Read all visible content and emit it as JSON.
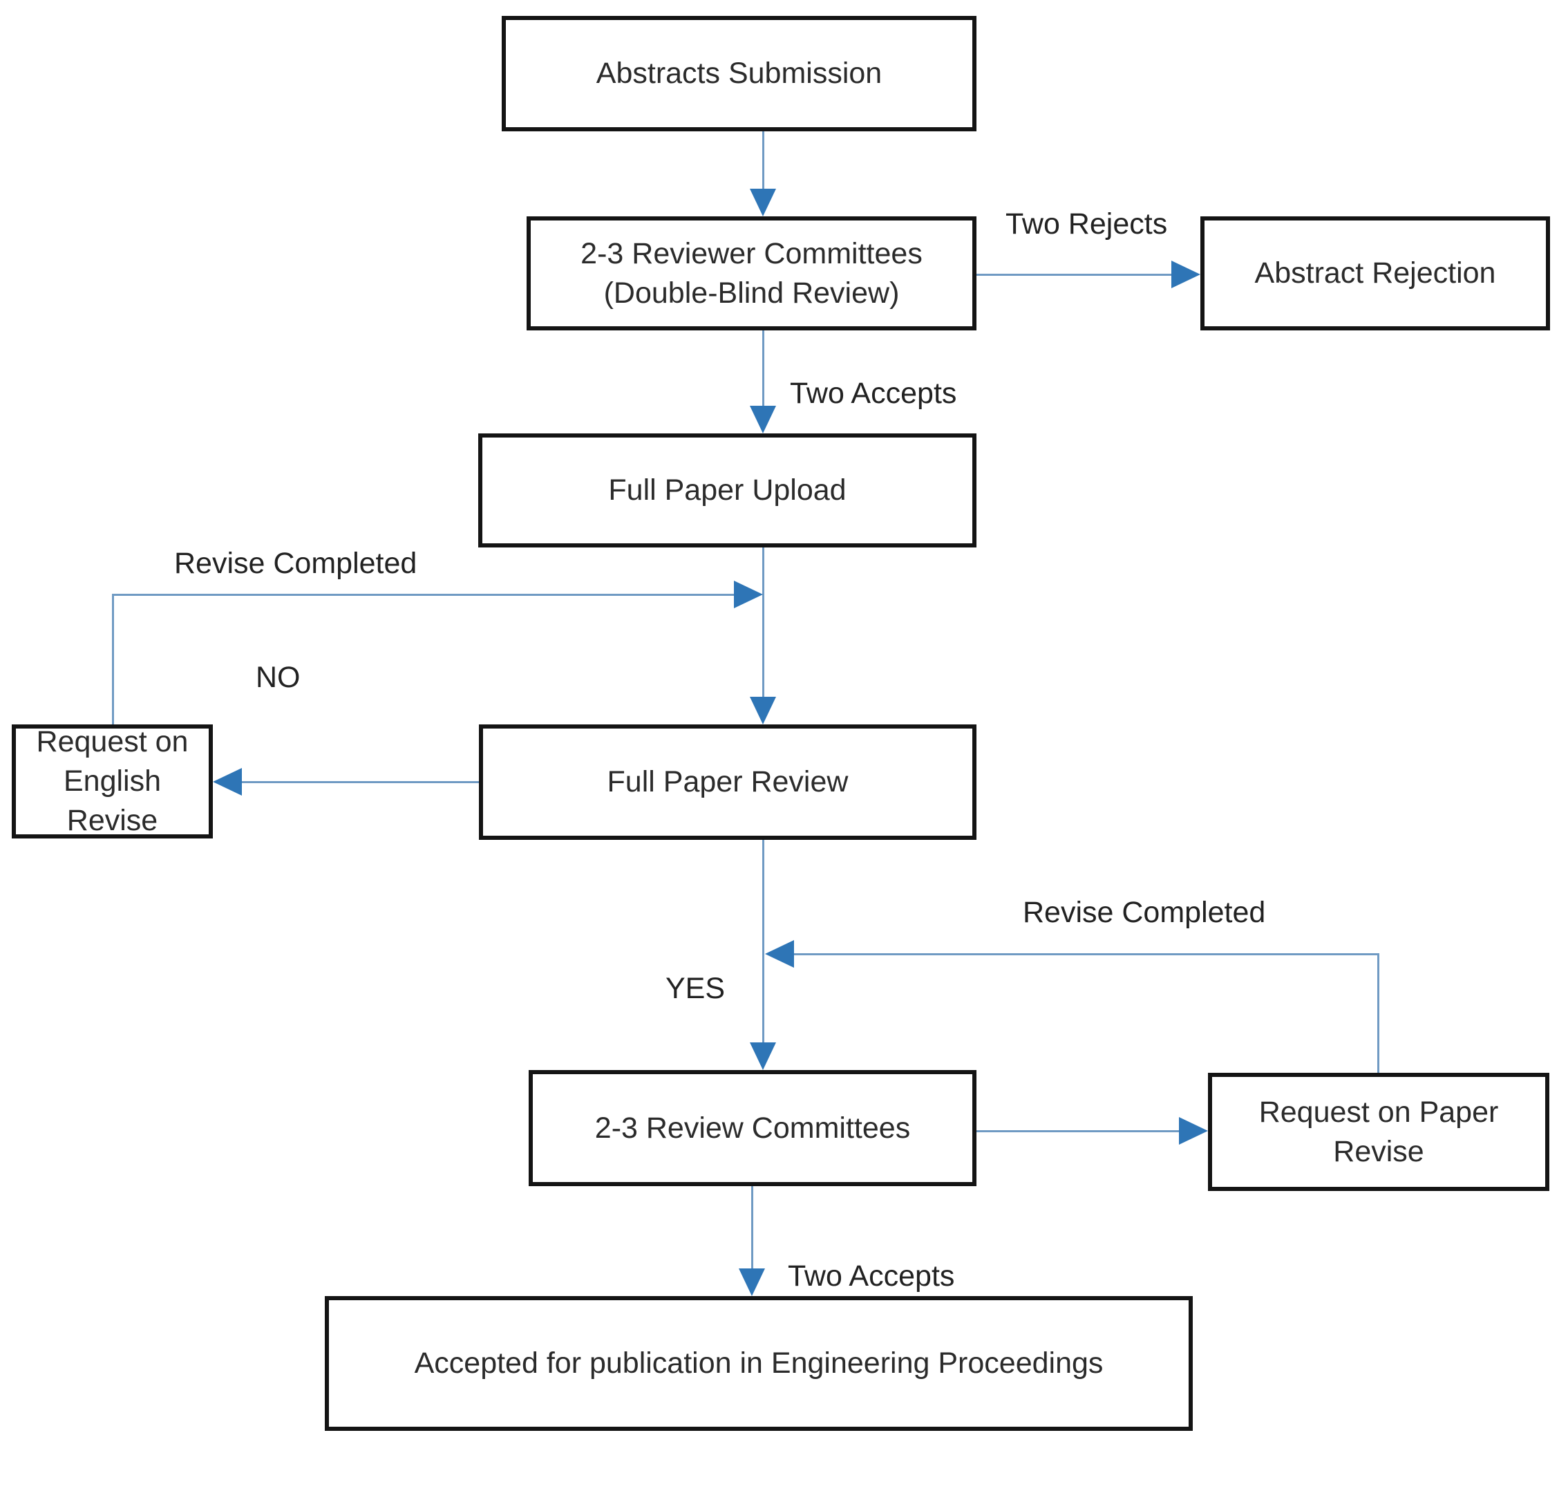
{
  "diagram": {
    "type": "flowchart",
    "nodes": {
      "abstracts_submission": {
        "label": "Abstracts Submission"
      },
      "reviewer_committees": {
        "line1": "2-3 Reviewer Committees",
        "line2": "(Double-Blind Review)"
      },
      "abstract_rejection": {
        "label": "Abstract Rejection"
      },
      "full_paper_upload": {
        "label": "Full Paper Upload"
      },
      "request_english_revise": {
        "line1": "Request on English",
        "line2": "Revise"
      },
      "full_paper_review": {
        "label": "Full Paper Review"
      },
      "review_committees": {
        "label": "2-3 Review Committees"
      },
      "request_paper_revise": {
        "line1": "Request on Paper",
        "line2": "Revise"
      },
      "accepted_publication": {
        "label": "Accepted for publication in Engineering Proceedings"
      }
    },
    "edge_labels": {
      "two_rejects": "Two Rejects",
      "two_accepts_top": "Two Accepts",
      "revise_completed_left": "Revise Completed",
      "no": "NO",
      "yes": "YES",
      "revise_completed_right": "Revise Completed",
      "two_accepts_bottom": "Two Accepts"
    },
    "edges": [
      {
        "from": "Abstracts Submission",
        "to": "2-3 Reviewer Committees (Double-Blind Review)",
        "label": ""
      },
      {
        "from": "2-3 Reviewer Committees (Double-Blind Review)",
        "to": "Abstract Rejection",
        "label": "Two Rejects"
      },
      {
        "from": "2-3 Reviewer Committees (Double-Blind Review)",
        "to": "Full Paper Upload",
        "label": "Two Accepts"
      },
      {
        "from": "Full Paper Upload",
        "to": "Full Paper Review",
        "label": ""
      },
      {
        "from": "Full Paper Review",
        "to": "Request on English Revise",
        "label": "NO"
      },
      {
        "from": "Request on English Revise",
        "to": "Full Paper Review",
        "label": "Revise Completed"
      },
      {
        "from": "Full Paper Review",
        "to": "2-3 Review Committees",
        "label": "YES"
      },
      {
        "from": "2-3 Review Committees",
        "to": "Request on Paper Revise",
        "label": ""
      },
      {
        "from": "Request on Paper Revise",
        "to": "2-3 Review Committees",
        "label": "Revise Completed"
      },
      {
        "from": "2-3 Review Committees",
        "to": "Accepted for publication in Engineering Proceedings",
        "label": "Two Accepts"
      }
    ],
    "colors": {
      "background": "#ffffff",
      "box_border": "#141414",
      "box_fill": "#ffffff",
      "text": "#262626",
      "connector_line": "#6f9ac3",
      "arrowhead": "#2e75b6"
    }
  }
}
